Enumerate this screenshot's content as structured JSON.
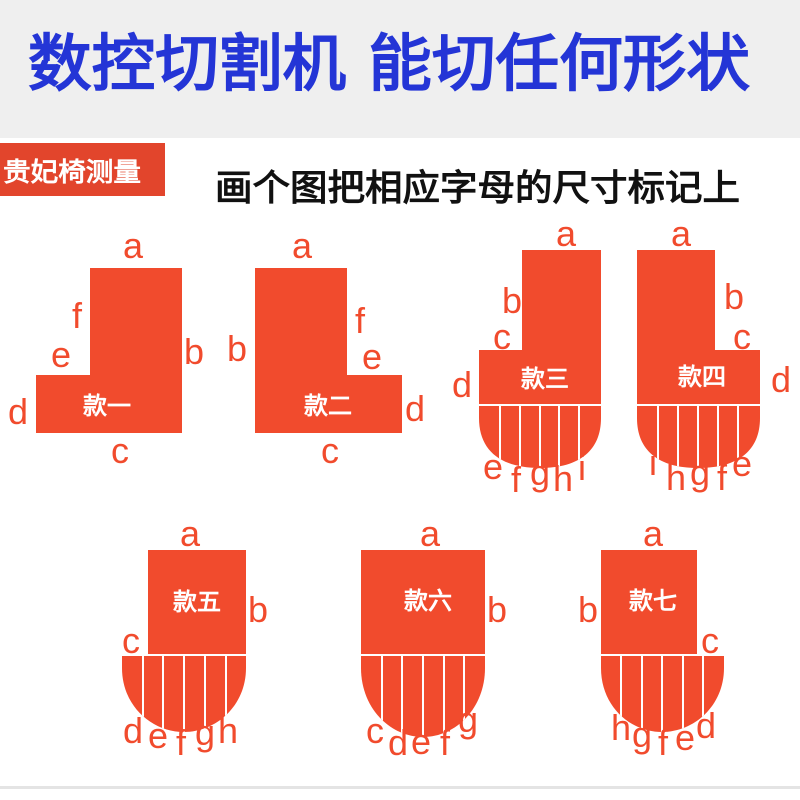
{
  "title": "数控切割机 能切任何形状",
  "subtitle": "画个图把相应字母的尺寸标记上",
  "badge": "贵妃椅测量",
  "colors": {
    "header_bg": "#EFEFEF",
    "title": "#2435D6",
    "subtitle": "#111111",
    "shape": "#F14B2D",
    "badge": "#E2452C",
    "on_shape": "#FFFFFF"
  },
  "shapes": [
    {
      "name": "款一",
      "labels": [
        "a",
        "b",
        "c",
        "d",
        "e",
        "f"
      ]
    },
    {
      "name": "款二",
      "labels": [
        "a",
        "b",
        "c",
        "d",
        "e",
        "f"
      ]
    },
    {
      "name": "款三",
      "labels": [
        "a",
        "b",
        "c",
        "d",
        "e",
        "f",
        "g",
        "h",
        "i"
      ]
    },
    {
      "name": "款四",
      "labels": [
        "a",
        "b",
        "c",
        "d",
        "e",
        "f",
        "g",
        "h",
        "i"
      ]
    },
    {
      "name": "款五",
      "labels": [
        "a",
        "b",
        "c",
        "d",
        "e",
        "f",
        "g",
        "h"
      ]
    },
    {
      "name": "款六",
      "labels": [
        "a",
        "b",
        "c",
        "d",
        "e",
        "f",
        "g"
      ]
    },
    {
      "name": "款七",
      "labels": [
        "a",
        "b",
        "c",
        "d",
        "e",
        "f",
        "g",
        "h"
      ]
    }
  ]
}
